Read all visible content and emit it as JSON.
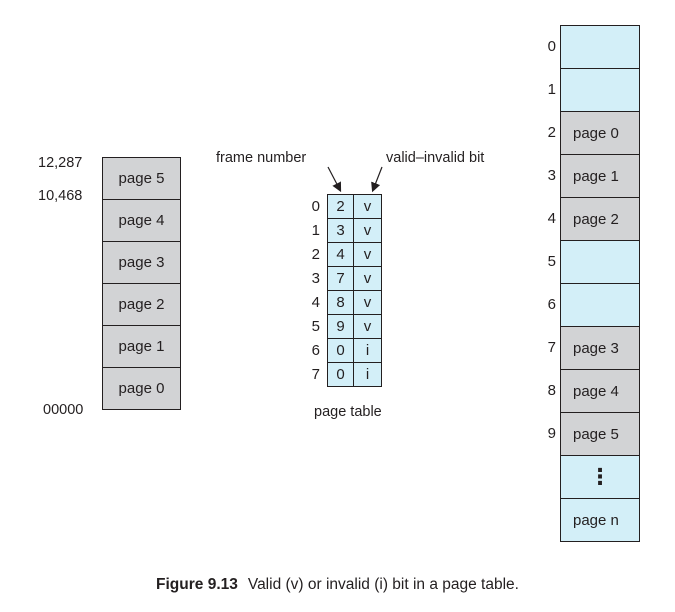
{
  "logical_memory": {
    "pages": [
      "page 5",
      "page 4",
      "page 3",
      "page 2",
      "page 1",
      "page 0"
    ],
    "address_labels": {
      "top": "12,287",
      "second": "10,468",
      "bottom": "00000"
    }
  },
  "page_table": {
    "frame_label": "frame number",
    "bit_label": "valid–invalid bit",
    "caption": "page table",
    "rows": [
      {
        "index": "0",
        "frame": "2",
        "bit": "v"
      },
      {
        "index": "1",
        "frame": "3",
        "bit": "v"
      },
      {
        "index": "2",
        "frame": "4",
        "bit": "v"
      },
      {
        "index": "3",
        "frame": "7",
        "bit": "v"
      },
      {
        "index": "4",
        "frame": "8",
        "bit": "v"
      },
      {
        "index": "5",
        "frame": "9",
        "bit": "v"
      },
      {
        "index": "6",
        "frame": "0",
        "bit": "i"
      },
      {
        "index": "7",
        "frame": "0",
        "bit": "i"
      }
    ]
  },
  "physical_memory": {
    "frames": [
      {
        "index": "0",
        "content": "",
        "state": "free"
      },
      {
        "index": "1",
        "content": "",
        "state": "free"
      },
      {
        "index": "2",
        "content": "page 0",
        "state": "used"
      },
      {
        "index": "3",
        "content": "page 1",
        "state": "used"
      },
      {
        "index": "4",
        "content": "page 2",
        "state": "used"
      },
      {
        "index": "5",
        "content": "",
        "state": "free"
      },
      {
        "index": "6",
        "content": "",
        "state": "free"
      },
      {
        "index": "7",
        "content": "page 3",
        "state": "used"
      },
      {
        "index": "8",
        "content": "page 4",
        "state": "used"
      },
      {
        "index": "9",
        "content": "page 5",
        "state": "used"
      },
      {
        "index": "",
        "content": "⋮",
        "state": "free"
      },
      {
        "index": "",
        "content": "page n",
        "state": "free"
      }
    ]
  },
  "caption": {
    "figure": "Figure 9.13",
    "text": "Valid (v) or invalid (i) bit in a page table."
  },
  "colors": {
    "used": "#d2d3d5",
    "free": "#d3eff8",
    "border": "#231f20"
  }
}
